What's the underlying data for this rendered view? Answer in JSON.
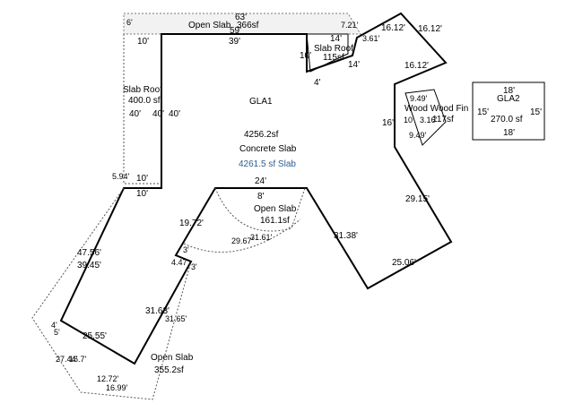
{
  "areas": {
    "open_slab_top": {
      "name": "Open Slab",
      "area": "366sf"
    },
    "slab_roof_left": {
      "name": "Slab Roof",
      "area": "400.0 sf"
    },
    "slab_roof_small": {
      "name": "Slab Roof",
      "area": "115sf"
    },
    "gla1": {
      "name": "GLA1",
      "area": "4256.2sf",
      "concrete": "Concrete Slab",
      "slab_total": "4261.5 sf Slab"
    },
    "open_slab_mid": {
      "name": "Open Slab",
      "area": "161.1sf"
    },
    "open_slab_bottom": {
      "name": "Open Slab",
      "area": "355.2sf"
    },
    "wood_fin": {
      "name": "Wood Wood Fin",
      "area": "117sf"
    },
    "gla2": {
      "name": "GLA2",
      "area": "270.0 sf"
    }
  },
  "dimensions": {
    "d_63": "63'",
    "d_59": "59'",
    "d_6": "6'",
    "d_7_21": "7.21'",
    "d_10_top": "10'",
    "d_39": "39'",
    "d_14_top": "14'",
    "d_3_61": "3.61'",
    "d_16_12_a": "16.12'",
    "d_16_12_b": "16.12'",
    "d_16_12_c": "16.12'",
    "d_10_right": "10'",
    "d_14_bottom": "14'",
    "d_4": "4'",
    "d_40_a": "40'",
    "d_40_b": "40'",
    "d_40_c": "40'",
    "d_16": "16'",
    "d_9_49_a": "9.49'",
    "d_9_49_b": "9.49'",
    "d_10_wood": "10'",
    "d_3_16": "3.16'",
    "d_18_top": "18'",
    "d_18_bottom": "18'",
    "d_15_left": "15'",
    "d_15_right": "15'",
    "d_5_94": "5.94'",
    "d_10_left_mid": "10'",
    "d_10_left_low": "10'",
    "d_24": "24'",
    "d_29_15": "29.15'",
    "d_8": "8'",
    "d_19_72": "19.72'",
    "d_29_67": "29.67'",
    "d_31_61": "31.61'",
    "d_31_38": "31.38'",
    "d_47_56": "47.56'",
    "d_39_45": "39.45'",
    "d_3_a": "3'",
    "d_3_b": "3'",
    "d_4_47": "4.47'",
    "d_25_06": "25.06'",
    "d_31_63": "31.63'",
    "d_31_65": "31.65'",
    "d_25_55": "25.55'",
    "d_4_a": "4'",
    "d_5": "5'",
    "d_16_7": "16.7'",
    "d_27_44": "27.44'",
    "d_12_72": "12.72'",
    "d_16_99": "16.99'"
  }
}
